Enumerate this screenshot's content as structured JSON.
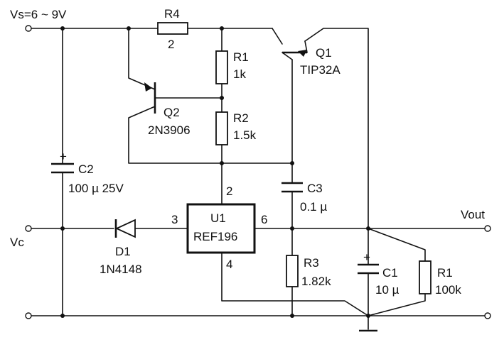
{
  "terminals": {
    "vs": "Vs=6 ~ 9V",
    "vc": "Vc",
    "vout": "Vout"
  },
  "components": {
    "r4": {
      "ref": "R4",
      "value": "2"
    },
    "r1_top": {
      "ref": "R1",
      "value": "1k"
    },
    "r2": {
      "ref": "R2",
      "value": "1.5k"
    },
    "q1": {
      "ref": "Q1",
      "part": "TIP32A"
    },
    "q2": {
      "ref": "Q2",
      "part": "2N3906"
    },
    "c2": {
      "ref": "C2",
      "value": "100 µ 25V",
      "polarity": "+"
    },
    "c3": {
      "ref": "C3",
      "value": "0.1 µ"
    },
    "u1": {
      "ref": "U1",
      "part": "REF196",
      "pin_in": "3",
      "pin_out": "6",
      "pin_top": "2",
      "pin_gnd": "4"
    },
    "d1": {
      "ref": "D1",
      "part": "1N4148"
    },
    "r3": {
      "ref": "R3",
      "value": "1.82k"
    },
    "c1": {
      "ref": "C1",
      "value": "10 µ",
      "polarity": "+"
    },
    "r1_load": {
      "ref": "R1",
      "value": "100k"
    }
  }
}
